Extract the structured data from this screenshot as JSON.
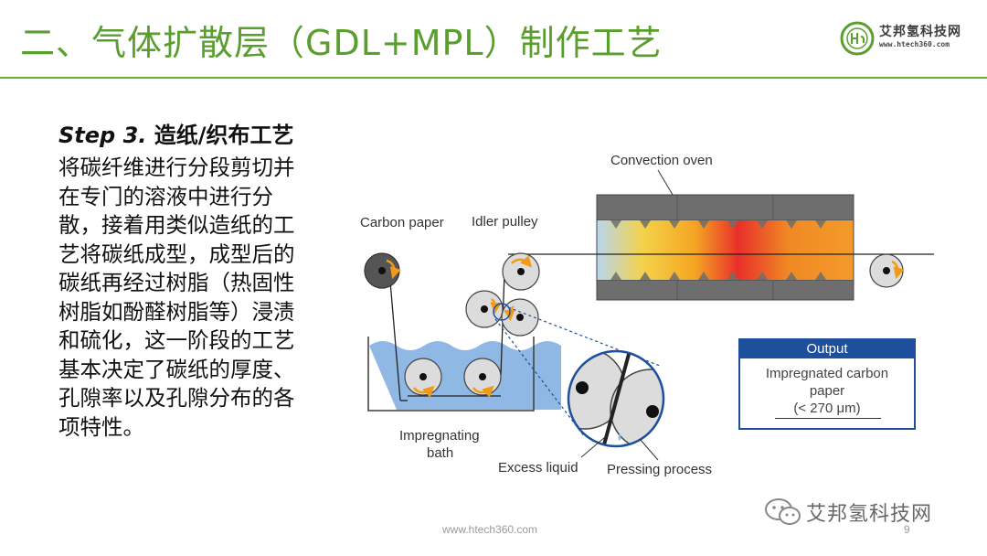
{
  "header": {
    "title": "二、气体扩散层（GDL+MPL）制作工艺",
    "logo_name": "艾邦氢科技网",
    "logo_url": "www.htech360.com"
  },
  "content": {
    "step_label": "Step 3.",
    "step_title": "造纸/织布工艺",
    "body": "将碳纤维进行分段剪切并在专门的溶液中进行分散，接着用类似造纸的工艺将碳纸成型，成型后的碳纸再经过树脂（热固性树脂如酚醛树脂等）浸渍和硫化，这一阶段的工艺基本决定了碳纸的厚度、孔隙率以及孔隙分布的各项特性。"
  },
  "diagram": {
    "labels": {
      "convection_oven": "Convection oven",
      "carbon_paper": "Carbon paper",
      "idler_pulley": "Idler pulley",
      "impregnating_bath_1": "Impregnating",
      "impregnating_bath_2": "bath",
      "excess_liquid": "Excess liquid",
      "pressing_process": "Pressing process"
    },
    "output": {
      "header": "Output",
      "line1": "Impregnated carbon",
      "line2": "paper",
      "line3": "(< 270 μm)"
    },
    "colors": {
      "liquid": "#8fb8e4",
      "roller": "#dcdcdc",
      "oven_panel": "#6e6e6e",
      "callout": "#1d4f9c",
      "arrow": "#f29a17"
    }
  },
  "footer": {
    "url": "www.htech360.com",
    "page": "9",
    "watermark": "艾邦氢科技网"
  }
}
